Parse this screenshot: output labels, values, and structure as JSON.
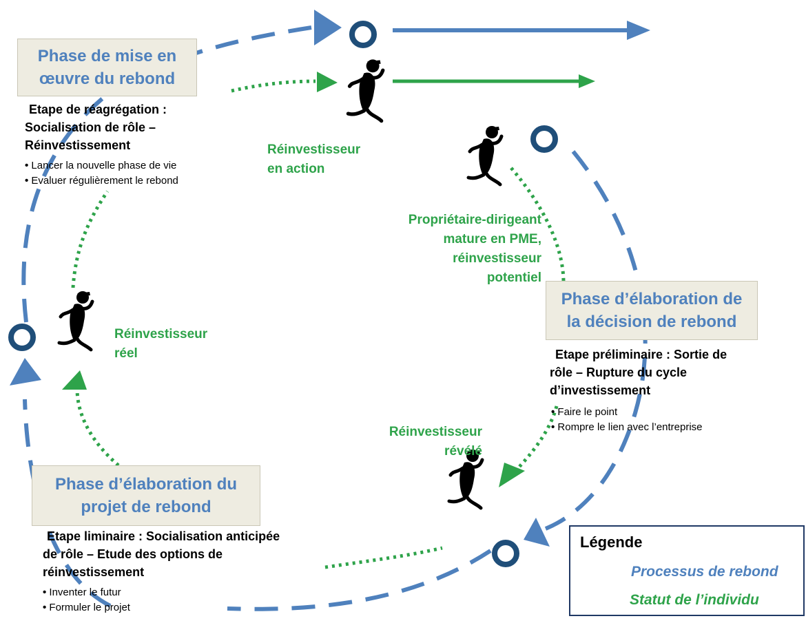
{
  "phases": {
    "mise_en_oeuvre": {
      "line1": "Phase de mise en",
      "line2": "œuvre du rebond"
    },
    "elaboration_decision": {
      "line1": "Phase d’élaboration de",
      "line2": "la décision de rebond"
    },
    "elaboration_projet": {
      "line1": "Phase d’élaboration du",
      "line2": "projet de rebond"
    }
  },
  "steps": {
    "reagregation": {
      "title_lines": [
        "Etape de réagrégation :",
        "Socialisation de rôle –",
        "Réinvestissement"
      ],
      "bullets": [
        "Lancer la nouvelle phase de vie",
        "Evaluer régulièrement le rebond"
      ]
    },
    "preliminaire": {
      "title_lines": [
        "Etape préliminaire : Sortie de",
        "rôle – Rupture du cycle",
        "d’investissement"
      ],
      "bullets": [
        "Faire le point",
        "Rompre le lien avec l’entreprise"
      ]
    },
    "liminaire": {
      "title_lines": [
        "Etape liminaire : Socialisation anticipée",
        "de rôle –  Etude des options de",
        "réinvestissement"
      ],
      "bullets": [
        "Inventer le futur",
        "Formuler le projet"
      ]
    }
  },
  "statuses": {
    "en_action": [
      "Réinvestisseur",
      "en action"
    ],
    "potentiel": [
      "Propriétaire-dirigeant",
      "mature en PME,",
      "réinvestisseur",
      "potentiel"
    ],
    "reel": [
      "Réinvestisseur",
      "réel"
    ],
    "revele": [
      "Réinvestisseur",
      "révélé"
    ]
  },
  "legend": {
    "title": "Légende",
    "process": "Processus  de rebond",
    "status": "Statut de l’individu"
  },
  "colors": {
    "process_blue": "#4f81bd",
    "ring_navy": "#1f4e79",
    "status_green": "#2ea34a",
    "phase_fill": "#eeece1",
    "phase_text": "#4f81bd"
  }
}
